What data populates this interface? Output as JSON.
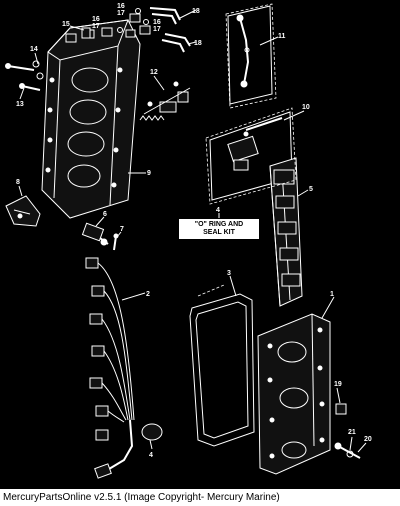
{
  "diagram": {
    "callouts": [
      "1",
      "2",
      "3",
      "4",
      "4",
      "5",
      "6",
      "7",
      "8",
      "9",
      "10",
      "11",
      "12",
      "13",
      "14",
      "15",
      "16",
      "16",
      "16",
      "17",
      "17",
      "17",
      "18",
      "18",
      "19",
      "20",
      "21"
    ],
    "kit_label": {
      "line1": "\"O\" RING AND",
      "line2": "SEAL KIT"
    }
  },
  "footer": {
    "text": "MercuryPartsOnline v2.5.1 (Image Copyright- Mercury Marine)"
  }
}
